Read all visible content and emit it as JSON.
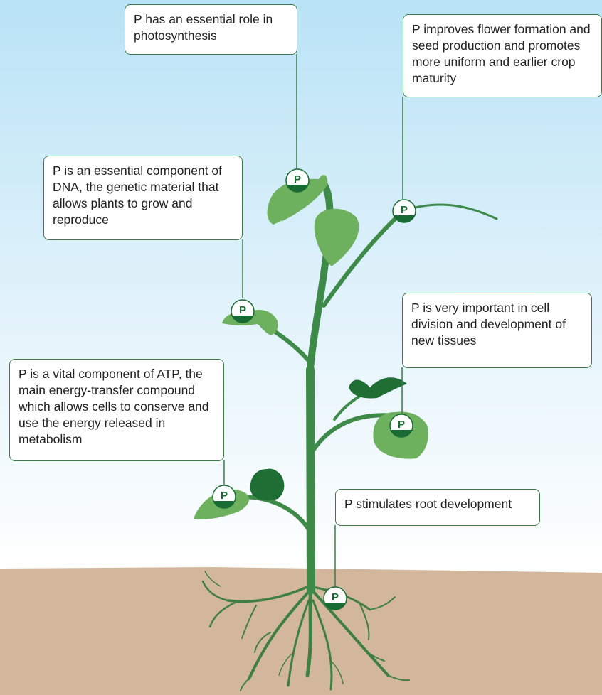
{
  "colors": {
    "sky_top": "#b9e3f6",
    "sky_bottom": "#ffffff",
    "soil": "#d3b79c",
    "stem": "#3e8a49",
    "leaf_light": "#6db05e",
    "leaf_dark": "#1f6e34",
    "root": "#3f7f43",
    "box_border": "#3d7a4a",
    "badge_fill": "#186b33"
  },
  "badge_label": "P",
  "callouts": {
    "photosynthesis": "P has an essential role in photosynthesis",
    "flower": "P improves flower formation and seed production and promotes more uniform and earlier crop maturity",
    "dna": "P is an essential component of DNA, the genetic material that allows plants to grow and reproduce",
    "cell_division": "P is very important in cell division and development of new tissues",
    "atp": "P is a vital component of ATP, the main energy-transfer compound which allows cells to conserve and use the energy released in metabolism",
    "roots": "P stimulates root development"
  }
}
